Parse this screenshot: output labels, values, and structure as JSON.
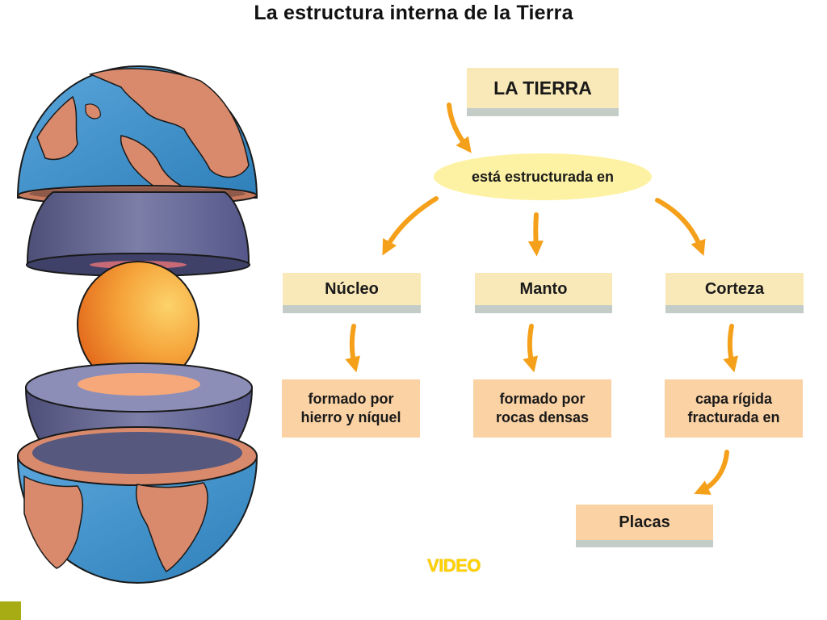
{
  "title": "La estructura interna de la Tierra",
  "diagram": {
    "root": "LA TIERRA",
    "connector": "está estructurada en",
    "branches": [
      {
        "label": "Núcleo",
        "desc_line1": "formado por",
        "desc_line2": "hierro y níquel"
      },
      {
        "label": "Manto",
        "desc_line1": "formado por",
        "desc_line2": "rocas densas"
      },
      {
        "label": "Corteza",
        "desc_line1": "capa rígida",
        "desc_line2": "fracturada en"
      }
    ],
    "leaf": "Placas"
  },
  "video_link": "VIDEO",
  "colors": {
    "label_bg": "#fae9b8",
    "label_bar": "#c3ccc6",
    "desc_bg": "#fbd2a4",
    "oval_bg": "#fdf2a4",
    "arrow": "#f5a01a",
    "video": "#ffd200",
    "ocean": "#4a9ad4",
    "land": "#d98a6c",
    "mantle": "#6c6e98",
    "core": "#f29a2e"
  }
}
